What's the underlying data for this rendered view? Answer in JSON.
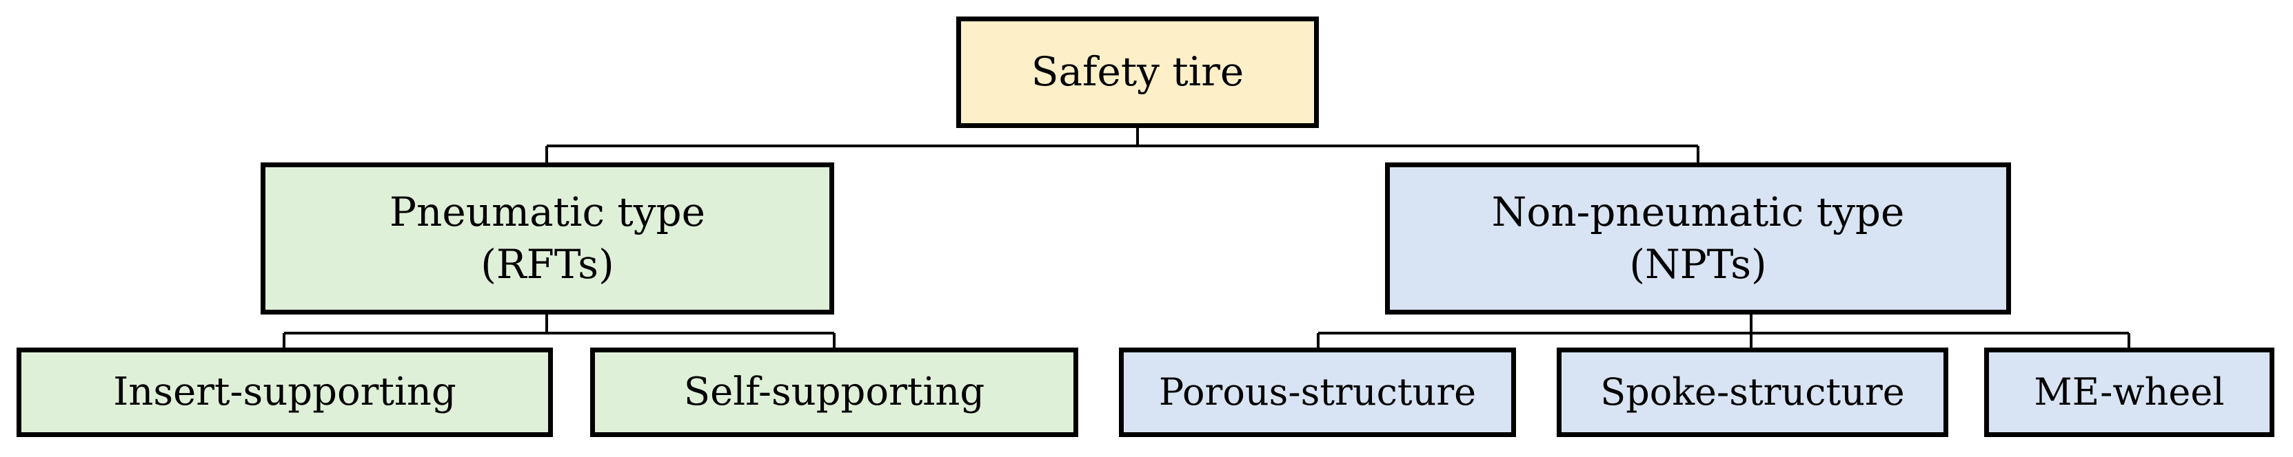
{
  "colors": {
    "root_fill": "#fdefc8",
    "pneumatic_fill": "#dff0d8",
    "nonpneumatic_fill": "#d8e4f3",
    "border": "#000000",
    "connector": "#000000"
  },
  "nodes": {
    "root": {
      "label": "Safety tire"
    },
    "pneumatic": {
      "line1": "Pneumatic type",
      "line2": "(RFTs)"
    },
    "non_pneumatic": {
      "line1": "Non-pneumatic type",
      "line2": "(NPTs)"
    },
    "insert_supporting": {
      "label": "Insert-supporting"
    },
    "self_supporting": {
      "label": "Self-supporting"
    },
    "porous_structure": {
      "label": "Porous-structure"
    },
    "spoke_structure": {
      "label": "Spoke-structure"
    },
    "me_wheel": {
      "label": "ME-wheel"
    }
  }
}
